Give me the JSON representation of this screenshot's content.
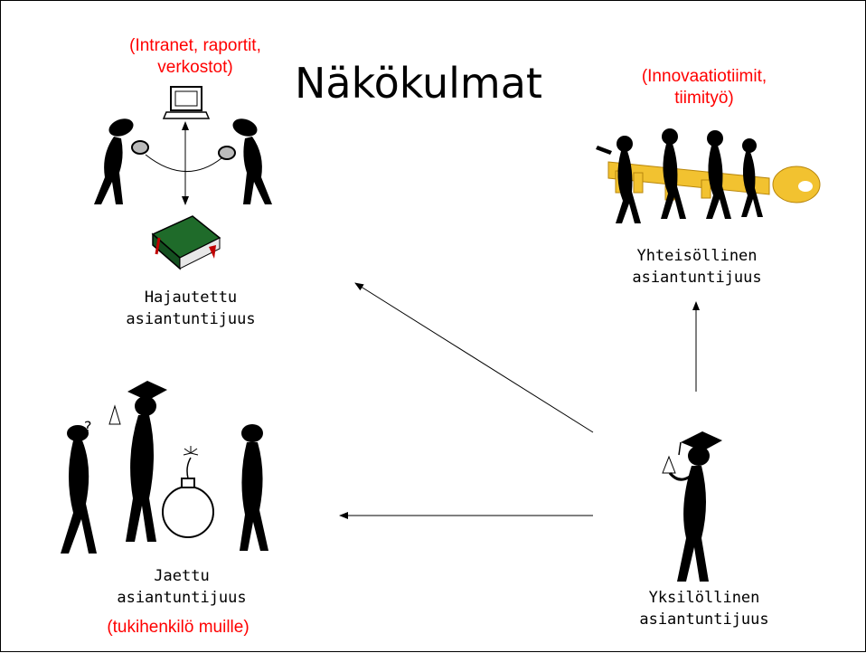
{
  "title": "Näkökulmat",
  "notes": {
    "distributed": [
      "(Intranet, raportit,",
      "verkostot)"
    ],
    "collective": [
      "(Innovaatiotiimit,",
      "tiimityö)"
    ],
    "shared": "(tukihenkilö muille)"
  },
  "nodes": {
    "distributed": [
      "Hajautettu",
      "asiantuntijuus"
    ],
    "collective": [
      "Yhteisöllinen",
      "asiantuntijuus"
    ],
    "shared": [
      "Jaettu",
      "asiantuntijuus"
    ],
    "individual": [
      "Yksilöllinen",
      "asiantuntijuus"
    ]
  },
  "colors": {
    "note": "#ff0000",
    "text": "#000000",
    "book": "#1f6b2a",
    "key": "#f2c230"
  },
  "icons": [
    "computer-icon",
    "tin-can-phone-figures",
    "book-icon",
    "team-with-key-icon",
    "thinking-figures-icon",
    "bomb-icon",
    "graduate-figure-icon"
  ]
}
